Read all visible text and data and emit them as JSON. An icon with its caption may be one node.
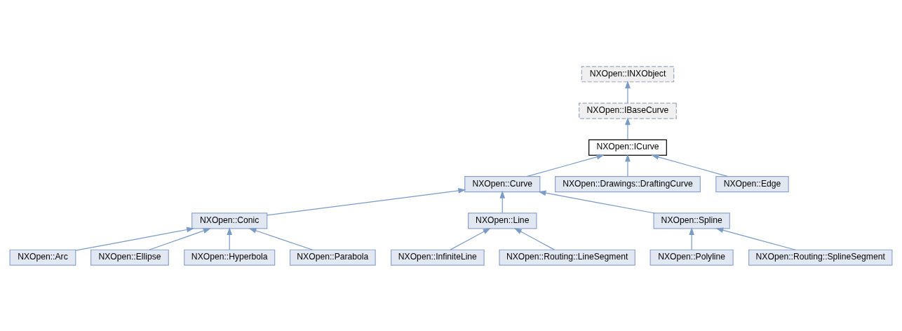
{
  "diagram": {
    "nodes": [
      {
        "text": [
          "NXOpen::INXObject"
        ]
      },
      {
        "text": [
          "NXOpen::IBaseCurve"
        ]
      },
      {
        "text": [
          "NXOpen::ICurve"
        ]
      },
      {
        "text": [
          "NXOpen::Curve"
        ]
      },
      {
        "text": [
          "NXOpen::Drawings::DraftingCurve"
        ]
      },
      {
        "text": [
          "NXOpen::Edge"
        ]
      },
      {
        "text": [
          "NXOpen::Conic"
        ]
      },
      {
        "text": [
          "NXOpen::Line"
        ]
      },
      {
        "text": [
          "NXOpen::Spline"
        ]
      },
      {
        "text": [
          "NXOpen::Arc"
        ]
      },
      {
        "text": [
          "NXOpen::Ellipse"
        ]
      },
      {
        "text": [
          "NXOpen::Hyperbola"
        ]
      },
      {
        "text": [
          "NXOpen::Parabola"
        ]
      },
      {
        "text": [
          "NXOpen::InfiniteLine"
        ]
      },
      {
        "text": [
          "NXOpen::Routing::LineSegment"
        ]
      },
      {
        "text": [
          "NXOpen::Polyline"
        ]
      },
      {
        "text": [
          "NXOpen::Routing::SplineSegment"
        ]
      }
    ],
    "edges": [
      {
        "from": 1,
        "to": 0,
        "arrow": "to"
      },
      {
        "from": 2,
        "to": 1,
        "arrow": "to"
      },
      {
        "from": 3,
        "to": 2,
        "arrow": "to"
      },
      {
        "from": 4,
        "to": 2,
        "arrow": "to"
      },
      {
        "from": 5,
        "to": 2,
        "arrow": "to"
      },
      {
        "from": 6,
        "to": 3,
        "arrow": "to"
      },
      {
        "from": 7,
        "to": 3,
        "arrow": "to"
      },
      {
        "from": 8,
        "to": 3,
        "arrow": "to"
      },
      {
        "from": 9,
        "to": 6,
        "arrow": "to"
      },
      {
        "from": 10,
        "to": 6,
        "arrow": "to"
      },
      {
        "from": 11,
        "to": 6,
        "arrow": "to"
      },
      {
        "from": 12,
        "to": 6,
        "arrow": "to"
      },
      {
        "from": 13,
        "to": 7,
        "arrow": "to"
      },
      {
        "from": 14,
        "to": 7,
        "arrow": "to"
      },
      {
        "from": 15,
        "to": 8,
        "arrow": "to"
      },
      {
        "from": 16,
        "to": 8,
        "arrow": "to"
      }
    ]
  }
}
